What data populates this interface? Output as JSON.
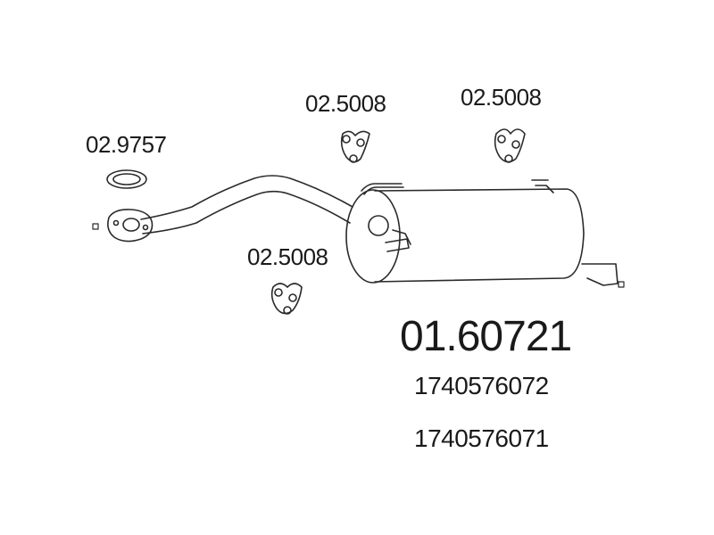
{
  "parts": {
    "gasket": {
      "number": "02.9757"
    },
    "hanger_top_left": {
      "number": "02.5008"
    },
    "hanger_top_right": {
      "number": "02.5008"
    },
    "hanger_bottom": {
      "number": "02.5008"
    }
  },
  "main_part": {
    "number": "01.60721",
    "oe_numbers": [
      "1740576072",
      "1740576071"
    ]
  }
}
